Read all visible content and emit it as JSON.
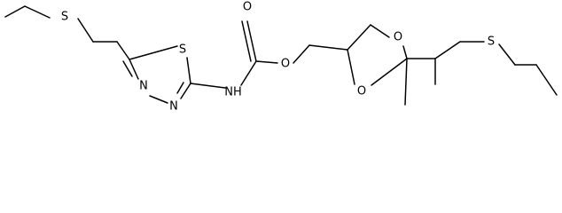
{
  "structure": {
    "atom_labels": [
      {
        "id": "s-ethylthio",
        "text": "S"
      },
      {
        "id": "s-ring",
        "text": "S"
      },
      {
        "id": "n-ring-upper",
        "text": "N"
      },
      {
        "id": "n-ring-lower",
        "text": "N"
      },
      {
        "id": "o-carbonyl",
        "text": "O"
      },
      {
        "id": "nh-carbamate",
        "text": "NH"
      },
      {
        "id": "o-ester",
        "text": "O"
      },
      {
        "id": "o-dioxolane-upper",
        "text": "O"
      },
      {
        "id": "o-dioxolane-lower",
        "text": "O"
      },
      {
        "id": "s-propylthio",
        "text": "S"
      }
    ],
    "colors": {
      "line": "#000000",
      "background": "#ffffff"
    }
  }
}
